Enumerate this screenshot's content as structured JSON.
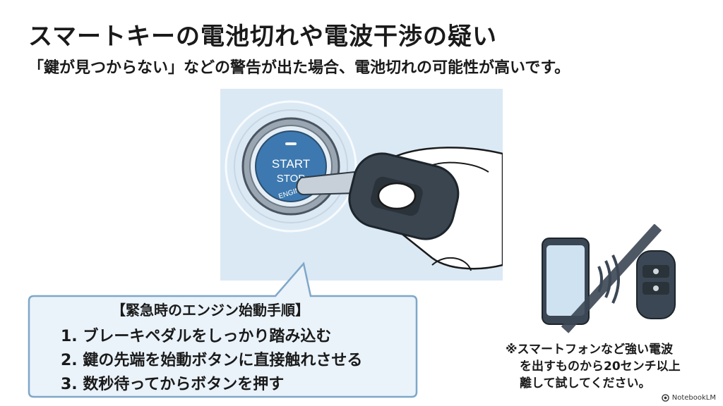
{
  "title": "スマートキーの電池切れや電波干渉の疑い",
  "subtitle": "「鍵が見つからない」などの警告が出た場合、電池切れの可能性が高いです。",
  "illustration": {
    "button_text_1": "START",
    "button_text_2": "STOP",
    "button_text_3": "ENGINE"
  },
  "procedure": {
    "heading": "【緊急時のエンジン始動手順】",
    "steps": [
      "1. ブレーキペダルをしっかり踏み込む",
      "2. 鍵の先端を始動ボタンに直接触れさせる",
      "3. 数秒待ってからボタンを押す"
    ]
  },
  "note": {
    "line1": "※スマートフォンなど強い電波",
    "line2": "を出すものから20センチ以上",
    "line3": "離して試してください。"
  },
  "footer": {
    "brand": "NotebookLM"
  },
  "colors": {
    "panel": "#dbe9f5",
    "callout_fill": "#eaf2fa",
    "callout_stroke": "#7fa7c8",
    "prohibit": "#3b4754"
  }
}
